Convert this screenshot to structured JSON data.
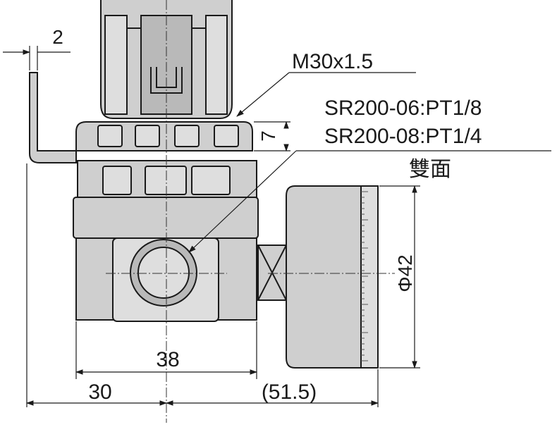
{
  "annotations": {
    "top_offset": "2",
    "thread": "M30x1.5",
    "port_06": "SR200-06:PT1/8",
    "port_08": "SR200-08:PT1/4",
    "both_sides": "雙面",
    "nut_height": "7",
    "gauge_diameter": "Φ42",
    "body_width": "38",
    "half_width": "30",
    "gauge_offset": "(51.5)"
  }
}
